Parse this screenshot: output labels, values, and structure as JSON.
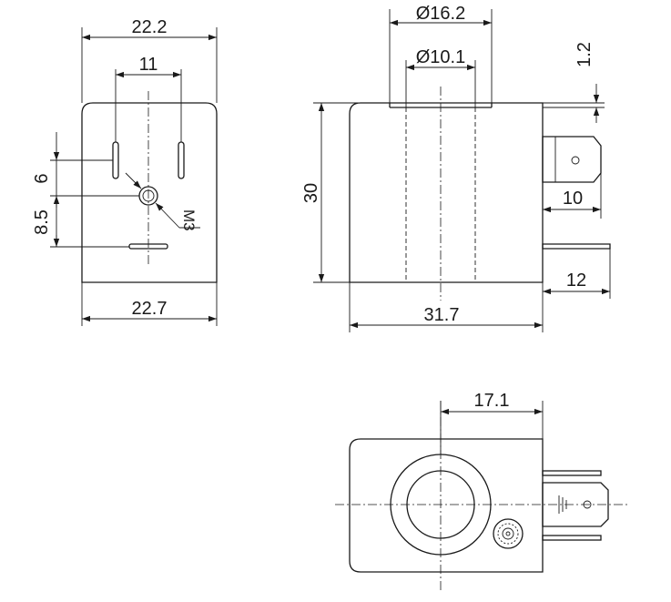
{
  "front_view": {
    "top_width": "22.2",
    "pin_spacing": "11",
    "dim_6": "6",
    "dim_8_5": "8.5",
    "thread": "M3",
    "bottom_width": "22.7"
  },
  "side_view": {
    "outer_diameter": "Ø16.2",
    "inner_diameter": "Ø10.1",
    "flange": "1.2",
    "height": "30",
    "terminal_10": "10",
    "terminal_12": "12",
    "length": "31.7"
  },
  "bottom_view": {
    "offset": "17.1"
  }
}
